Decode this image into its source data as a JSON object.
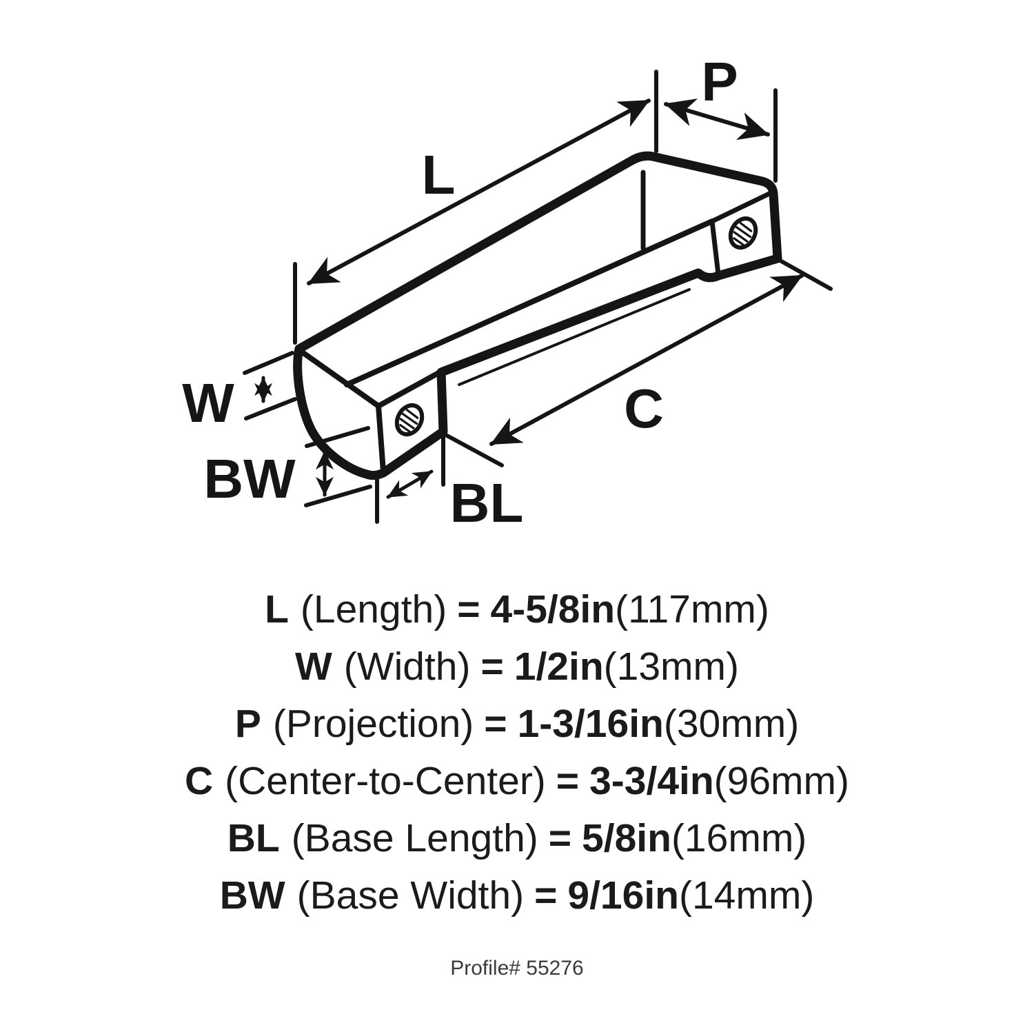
{
  "diagram": {
    "labels": {
      "l": "L",
      "p": "P",
      "w": "W",
      "bw": "BW",
      "bl": "BL",
      "c": "C"
    },
    "ink_color": "#151515",
    "background_color": "#ffffff",
    "icons": [
      "screw-hole-left",
      "screw-hole-right"
    ]
  },
  "specs": [
    {
      "code": "L",
      "name": "(Length)",
      "equals": "=",
      "value": "4-5/8in",
      "metric": "(117mm)"
    },
    {
      "code": "W",
      "name": "(Width)",
      "equals": "=",
      "value": "1/2in",
      "metric": "(13mm)"
    },
    {
      "code": "P",
      "name": "(Projection)",
      "equals": "=",
      "value": "1-3/16in",
      "metric": "(30mm)"
    },
    {
      "code": "C",
      "name": "(Center-to-Center)",
      "equals": "=",
      "value": "3-3/4in",
      "metric": "(96mm)"
    },
    {
      "code": "BL",
      "name": "(Base Length)",
      "equals": "=",
      "value": "5/8in",
      "metric": "(16mm)"
    },
    {
      "code": "BW",
      "name": "(Base Width)",
      "equals": "=",
      "value": "9/16in",
      "metric": "(14mm)"
    }
  ],
  "footer": {
    "profile": "Profile# 55276"
  }
}
